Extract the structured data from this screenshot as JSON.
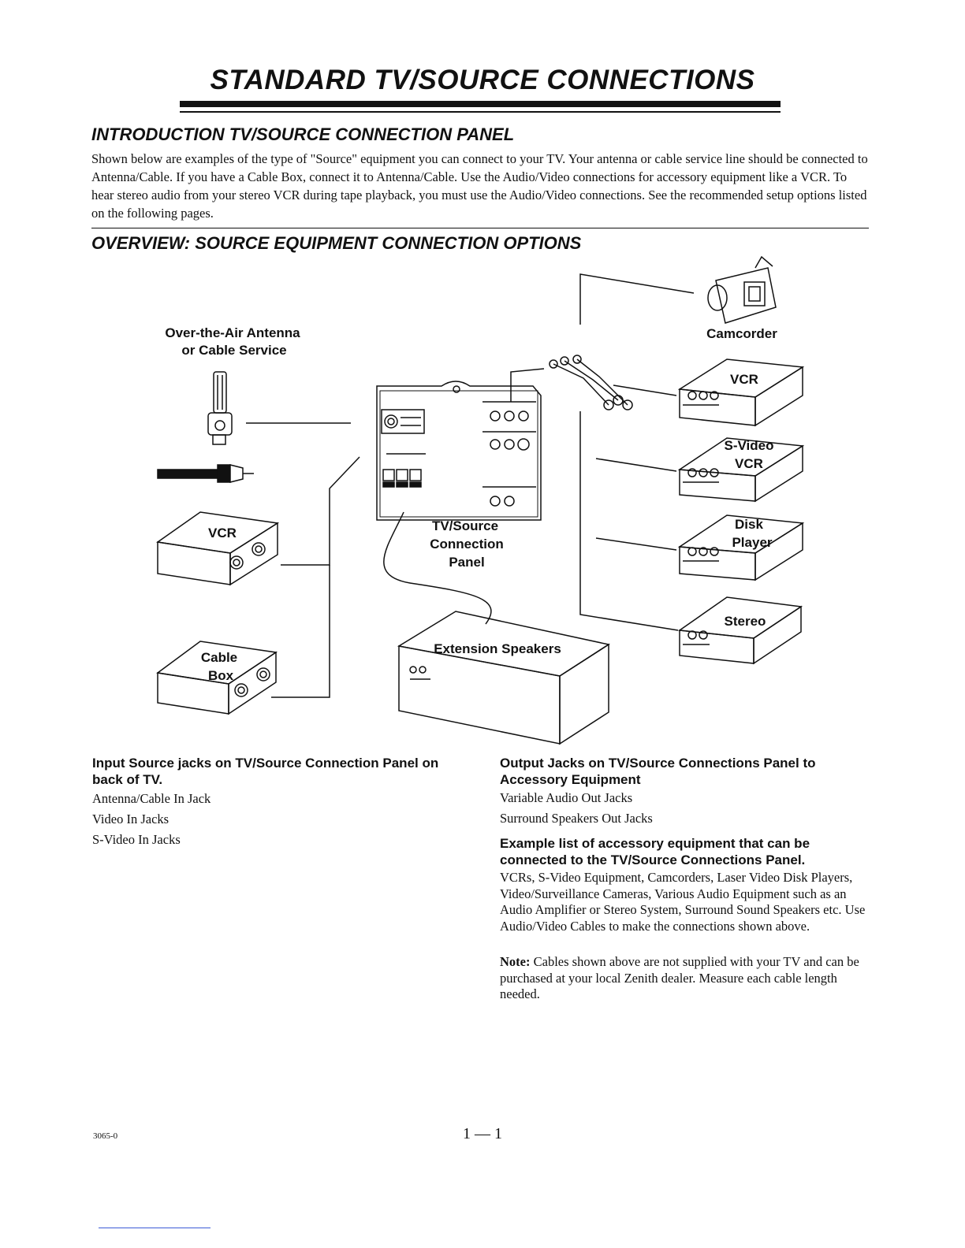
{
  "title": "STANDARD TV/SOURCE CONNECTIONS",
  "intro": {
    "heading": "INTRODUCTION TV/SOURCE CONNECTION PANEL",
    "body": "Shown below are examples of the type of \"Source\" equipment you can connect to your TV. Your antenna or cable service line should be connected to Antenna/Cable. If you have a Cable Box, connect it to Antenna/Cable. Use the Audio/Video connections for accessory equipment like a VCR. To hear stereo audio from your stereo VCR during tape playback, you must use the Audio/Video connections. See the recommended setup options listed on the following pages."
  },
  "overview": {
    "heading": "OVERVIEW: SOURCE EQUIPMENT CONNECTION OPTIONS"
  },
  "diagram": {
    "antenna_label_line1": "Over-the-Air Antenna",
    "antenna_label_line2": "or Cable Service",
    "vcr_left": "VCR",
    "cable_box_line1": "Cable",
    "cable_box_line2": "Box",
    "panel_label_line1": "TV/Source",
    "panel_label_line2": "Connection",
    "panel_label_line3": "Panel",
    "extension_speakers": "Extension Speakers",
    "camcorder": "Camcorder",
    "vcr_right": "VCR",
    "svideo_line1": "S-Video",
    "svideo_line2": "VCR",
    "disk_line1": "Disk",
    "disk_line2": "Player",
    "stereo": "Stereo"
  },
  "input_section": {
    "heading": "Input Source jacks on TV/Source Connection Panel on back of TV.",
    "items": [
      "Antenna/Cable In Jack",
      "Video In Jacks",
      "S-Video In Jacks"
    ]
  },
  "output_section": {
    "heading": "Output Jacks on TV/Source Connections Panel to Accessory Equipment",
    "items": [
      "Variable Audio Out Jacks",
      "Surround Speakers Out Jacks"
    ]
  },
  "example_section": {
    "heading": "Example list of accessory equipment that can be connected to the TV/Source Connections Panel.",
    "body": "VCRs, S-Video Equipment, Camcorders, Laser Video Disk Players, Video/Surveillance Cameras, Various Audio Equipment such as an Audio Amplifier or Stereo System, Surround Sound Speakers etc. Use Audio/Video Cables to make the connections shown above."
  },
  "note": {
    "label": "Note:",
    "body": " Cables shown above are not supplied with your TV and can be purchased at your local Zenith dealer. Measure each cable length needed."
  },
  "footer": {
    "code": "3065-0",
    "page": "1 — 1"
  }
}
